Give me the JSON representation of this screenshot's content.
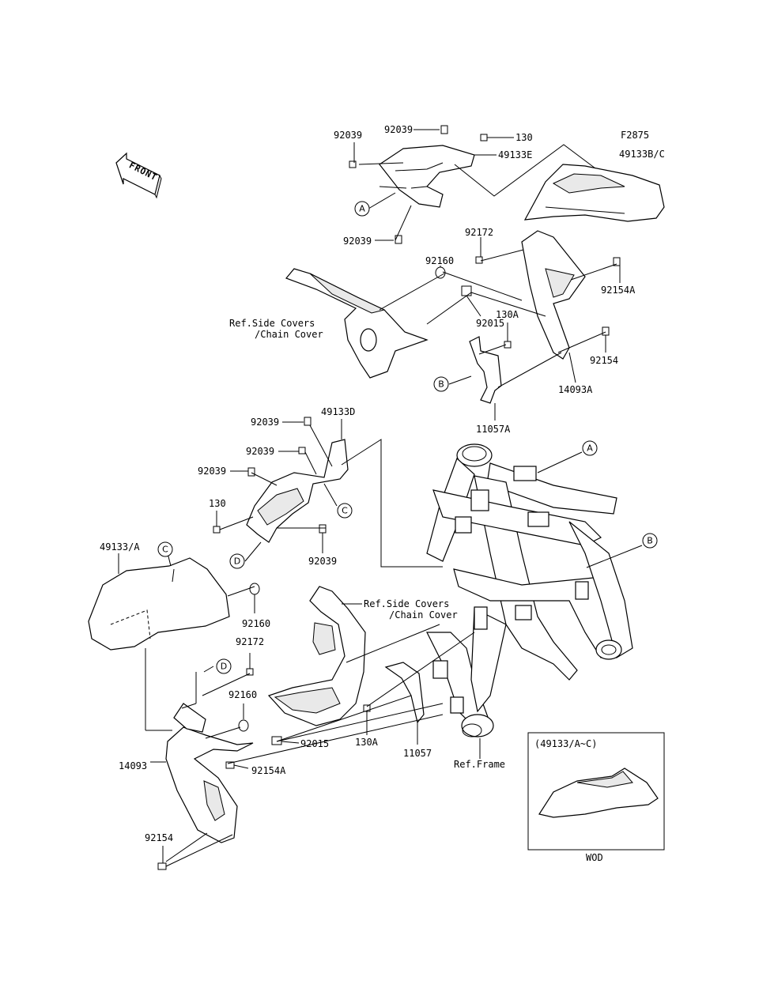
{
  "diagram_code": "F2875",
  "front_arrow_text": "FRONT",
  "inset": {
    "title": "(49133/A~C)",
    "code": "WOD"
  },
  "callouts": [
    "A",
    "B",
    "C",
    "D"
  ],
  "references": {
    "side_covers_top_1": "Ref.Side Covers",
    "side_covers_top_2": "/Chain Cover",
    "side_covers_mid_1": "Ref.Side Covers",
    "side_covers_mid_2": "/Chain Cover",
    "frame": "Ref.Frame"
  },
  "parts": {
    "p92039_a": "92039",
    "p92039_b": "92039",
    "p92039_c": "92039",
    "p92039_d": "92039",
    "p92039_e": "92039",
    "p92039_f": "92039",
    "p92039_g": "92039",
    "p130_top": "130",
    "p49133e": "49133E",
    "p49133bc": "49133B/C",
    "p92160_top": "92160",
    "p92172_top": "92172",
    "p92154a_top": "92154A",
    "p92015_top": "92015",
    "p130a_top": "130A",
    "p92154_top": "92154",
    "p14093a": "14093A",
    "p11057a": "11057A",
    "p49133d": "49133D",
    "p130_mid": "130",
    "p49133a": "49133/A",
    "p92160_mid": "92160",
    "p92172_mid": "92172",
    "p92160_low": "92160",
    "p92015_low": "92015",
    "p130a_low": "130A",
    "p11057": "11057",
    "p14093": "14093",
    "p92154a_low": "92154A",
    "p92154_low": "92154"
  }
}
